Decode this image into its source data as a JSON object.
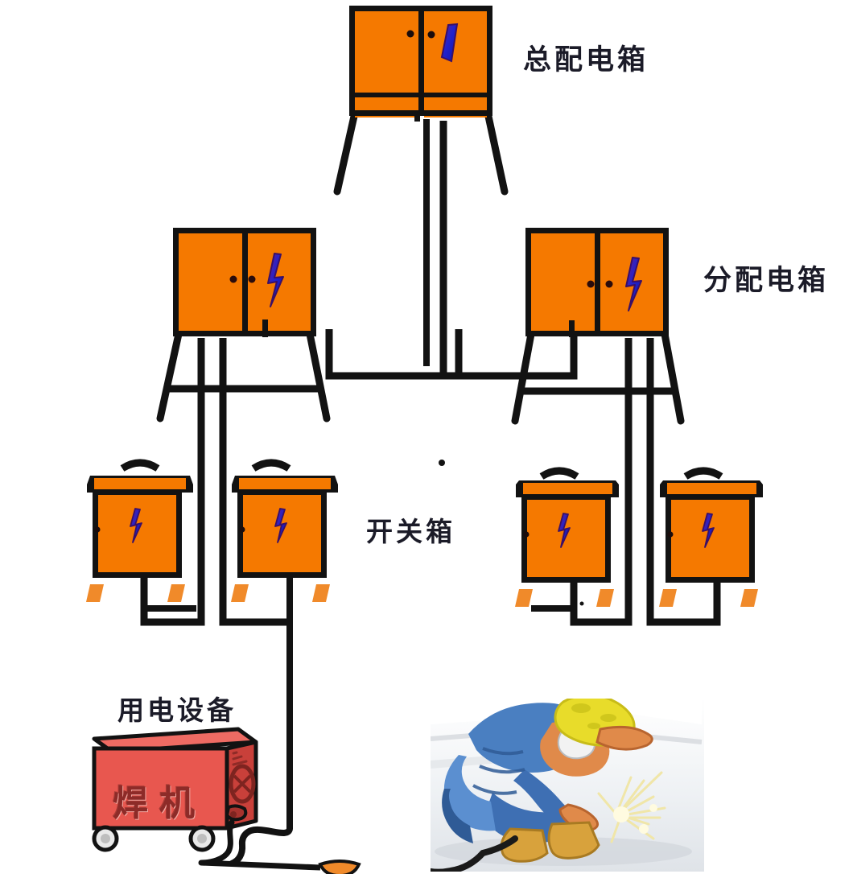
{
  "diagram": {
    "title_labels": {
      "main_distribution_box": "总配电箱",
      "sub_distribution_box": "分配电箱",
      "switch_box": "开关箱",
      "electrical_equipment": "用电设备"
    },
    "welding_machine_label": "焊机",
    "colors": {
      "cabinet_orange": "#F57900",
      "cabinet_outline": "#121212",
      "bolt_blue": "#2222CC",
      "bolt_edge": "#5B1A7A",
      "welder_red": "#E8574F",
      "welder_red_dark": "#C9403A",
      "welder_red_top": "#EE6B63",
      "foot_orange": "#F08A2A",
      "background": "#FFFFFF",
      "label_text": "#1B1B28",
      "photo_blue": "#4A7FC1",
      "photo_blue_dark": "#2F5B96",
      "photo_helmet": "#E8DC2A",
      "photo_skin": "#E08A4A",
      "photo_boot": "#D8A23C",
      "photo_spark": "#F5E9A0"
    },
    "hierarchy": {
      "level_1": {
        "name": "总配电箱",
        "count": 1,
        "type": "main-cabinet"
      },
      "level_2": {
        "name": "分配电箱",
        "count": 2,
        "type": "sub-cabinet"
      },
      "level_3": {
        "name": "开关箱",
        "count": 4,
        "type": "switch-box"
      },
      "level_4": {
        "name": "用电设备",
        "count": 1,
        "type": "welding-machine"
      }
    },
    "photo": {
      "caption": "",
      "subject": "welder-crouching-with-sparks"
    }
  }
}
